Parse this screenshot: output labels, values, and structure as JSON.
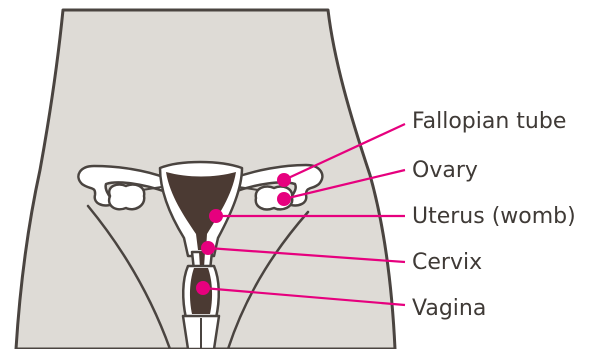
{
  "colors": {
    "body_fill": "#dedbd6",
    "outline": "#4a4440",
    "uterus_fill": "#4b3a33",
    "tube_fill": "#ffffff",
    "marker": "#e6007e",
    "label_text": "#3f3a36"
  },
  "labels": [
    {
      "id": "fallopian-tube",
      "text": "Fallopian tube"
    },
    {
      "id": "ovary",
      "text": "Ovary"
    },
    {
      "id": "uterus",
      "text": "Uterus (womb)"
    },
    {
      "id": "cervix",
      "text": "Cervix"
    },
    {
      "id": "vagina",
      "text": "Vagina"
    }
  ]
}
